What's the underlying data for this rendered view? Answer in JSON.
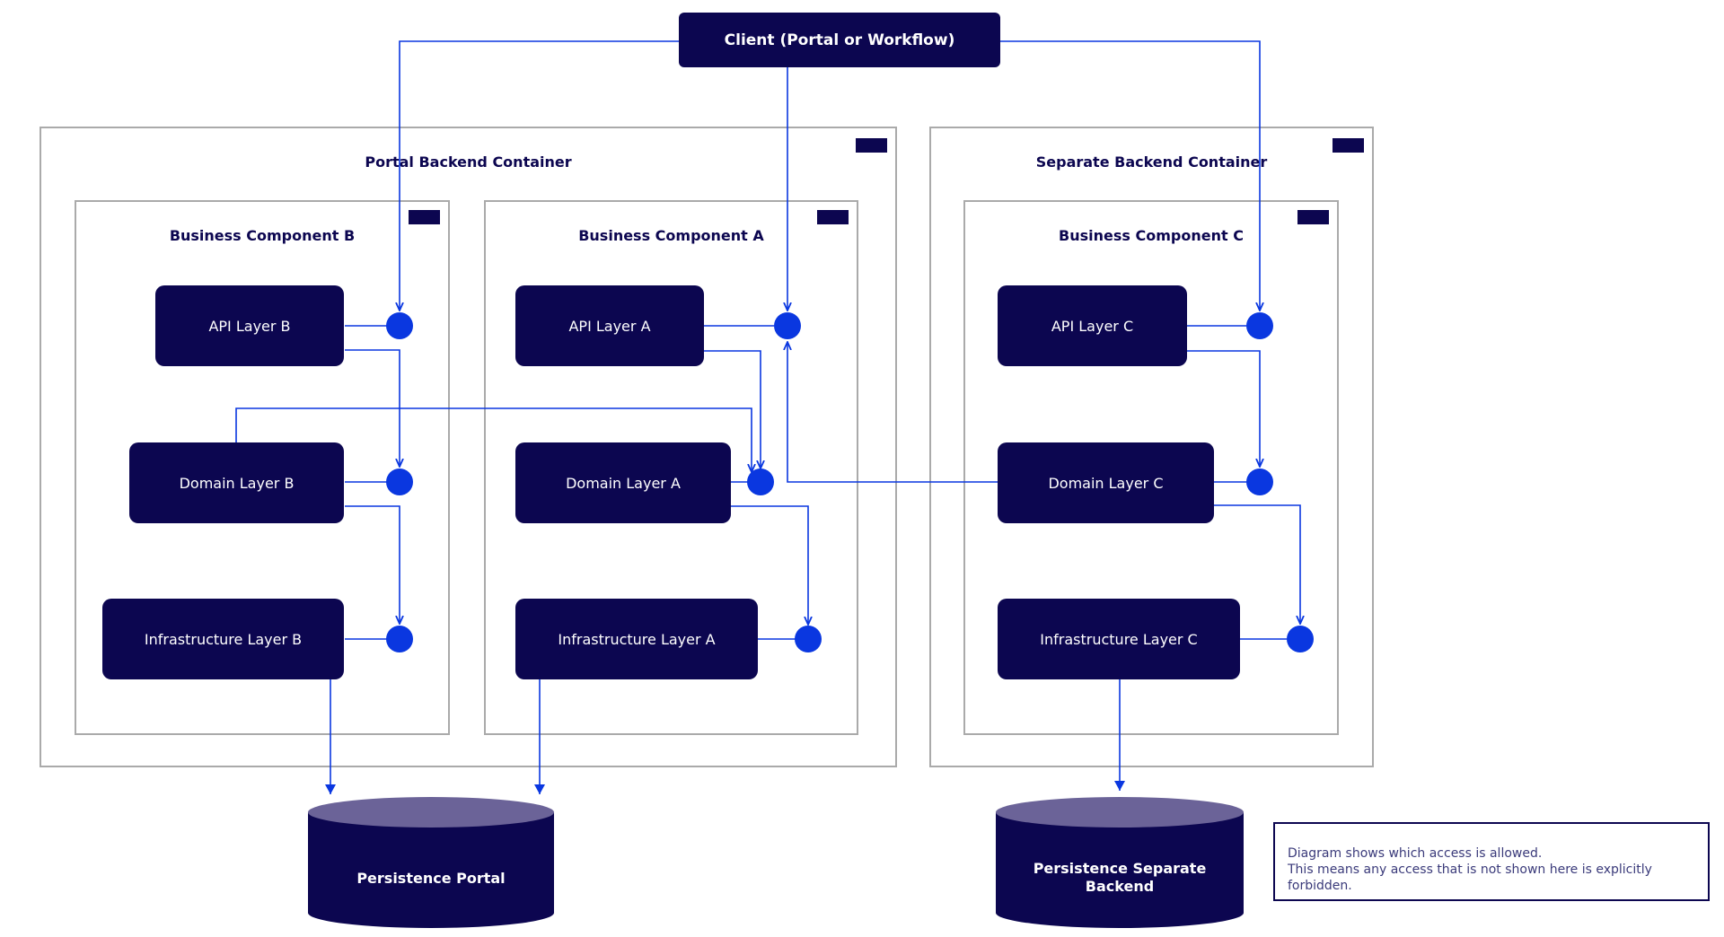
{
  "client": {
    "label": "Client (Portal or Workflow)"
  },
  "containers": {
    "portal": {
      "title": "Portal Backend Container"
    },
    "separate": {
      "title": "Separate Backend Container"
    }
  },
  "components": {
    "b": {
      "title": "Business Component B",
      "api": "API Layer B",
      "domain": "Domain Layer B",
      "infra": "Infrastructure Layer B"
    },
    "a": {
      "title": "Business Component A",
      "api": "API Layer A",
      "domain": "Domain Layer A",
      "infra": "Infrastructure Layer A"
    },
    "c": {
      "title": "Business Component C",
      "api": "API Layer C",
      "domain": "Domain Layer C",
      "infra": "Infrastructure Layer C"
    }
  },
  "databases": {
    "portal": {
      "label": "Persistence Portal"
    },
    "separate": {
      "line1": "Persistence Separate",
      "line2": "Backend"
    }
  },
  "note": {
    "line1": "Diagram shows which access is allowed.",
    "line2": "This means any access that is not shown here is explicitly forbidden."
  },
  "colors": {
    "primary": "#0c0650",
    "accent": "#0a37e0",
    "db_top": "#6b6398",
    "frame": "#aaaaaa"
  }
}
